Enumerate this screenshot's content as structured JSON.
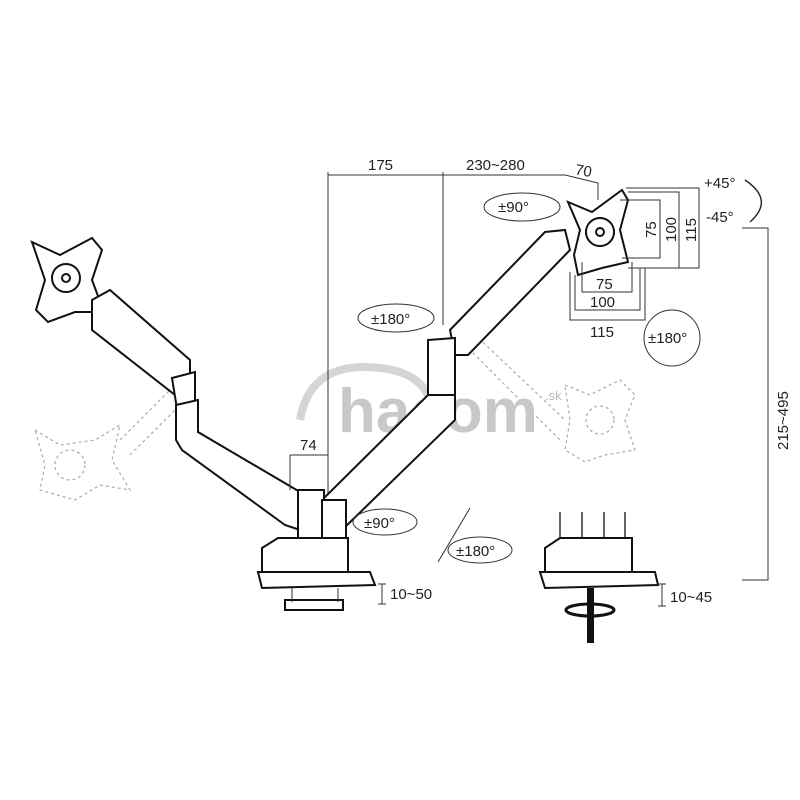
{
  "title": "Dual monitor arm dimension diagram",
  "dimensions": {
    "arm_segment_1": "175",
    "arm_segment_2": "230~280",
    "tilt_head_offset": "70",
    "vesa_v_75": "75",
    "vesa_v_100": "100",
    "vesa_v_115": "115",
    "vesa_h_75": "75",
    "vesa_h_100": "100",
    "vesa_h_115": "115",
    "pole_offset": "74",
    "height_range": "215~495",
    "clamp_range": "10~50",
    "grommet_range": "10~45"
  },
  "rotations": {
    "tilt_up": "+45°",
    "tilt_down": "-45°",
    "swivel_head": "±90°",
    "rotation_head": "±180°",
    "arm_joint": "±180°",
    "base_swivel": "±90°",
    "base_rotation": "±180°"
  },
  "watermark": {
    "brand": "hacom",
    "suffix": ".sk"
  },
  "colors": {
    "line": "#111111",
    "watermark": "#c8c8c8",
    "ghost": "#aaaaaa"
  }
}
